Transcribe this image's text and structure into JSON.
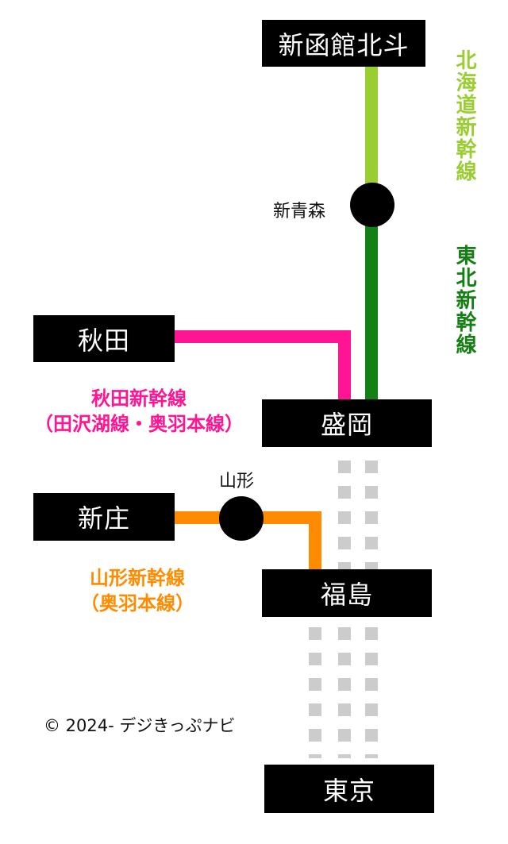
{
  "stations": {
    "shinhakodate": "新函館北斗",
    "shinaomori": "新青森",
    "akita": "秋田",
    "morioka": "盛岡",
    "yamagata": "山形",
    "shinjo": "新庄",
    "fukushima": "福島",
    "tokyo": "東京"
  },
  "lines": {
    "hokkaido": {
      "name": "北海道新幹線",
      "color": "#9acd32"
    },
    "tohoku": {
      "name": "東北新幹線",
      "color": "#128012"
    },
    "akita": {
      "name_line1": "秋田新幹線",
      "name_line2": "（田沢湖線・奥羽本線）",
      "color": "#ff1493"
    },
    "yamagata": {
      "name_line1": "山形新幹線",
      "name_line2": "（奥羽本線）",
      "color": "#ff8c00"
    },
    "tohoku_south": {
      "color": "#cccccc"
    }
  },
  "copyright": "© 2024- デジきっぷナビ"
}
